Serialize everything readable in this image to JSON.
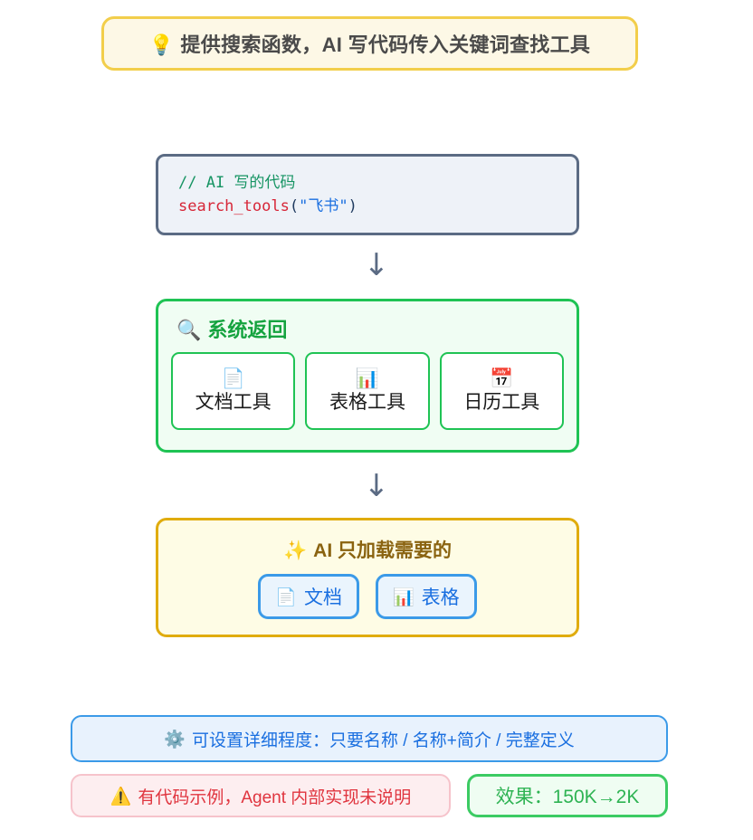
{
  "banner": {
    "icon": "💡",
    "icon_name": "lightbulb-icon",
    "text": "提供搜索函数，AI 写代码传入关键词查找工具"
  },
  "code_block": {
    "comment": "// AI 写的代码",
    "function_name": "search_tools",
    "open_paren": "(",
    "argument": "\"飞书\"",
    "close_paren": ")"
  },
  "arrows": {
    "first": "↓",
    "second": "↓"
  },
  "system_return": {
    "icon": "🔍",
    "title": "系统返回",
    "tools": [
      {
        "icon": "📄",
        "icon_name": "document-icon",
        "label": "文档工具"
      },
      {
        "icon": "📊",
        "icon_name": "bar-chart-icon",
        "label": "表格工具"
      },
      {
        "icon": "📅",
        "icon_name": "calendar-icon",
        "label": "日历工具"
      }
    ]
  },
  "ai_loads": {
    "icon": "✨",
    "title": "AI 只加载需要的",
    "chips": [
      {
        "icon": "📄",
        "icon_name": "document-icon",
        "label": "文档"
      },
      {
        "icon": "📊",
        "icon_name": "bar-chart-icon",
        "label": "表格"
      }
    ]
  },
  "notes": {
    "info": {
      "icon": "⚙️",
      "icon_name": "gear-icon",
      "text": "可设置详细程度：只要名称 / 名称+简介 / 完整定义"
    },
    "warning": {
      "icon": "⚠️",
      "icon_name": "warning-icon",
      "text": "有代码示例，Agent 内部实现未说明"
    },
    "result": {
      "text": "效果：150K→2K"
    }
  },
  "colors": {
    "banner_border": "#f2ce4b",
    "banner_bg": "#fdf8e6",
    "code_border": "#5b6b84",
    "code_bg": "#eef2f8",
    "green_border": "#1fc354",
    "green_bg": "#f0fdf3",
    "yellow_border": "#e0ac0e",
    "yellow_bg": "#fefce5",
    "blue_border": "#3b9ae8",
    "blue_bg": "#e8f2fd",
    "pink_border": "#f6c3cb",
    "pink_bg": "#fdeef0",
    "arrow": "#5b6b84"
  }
}
